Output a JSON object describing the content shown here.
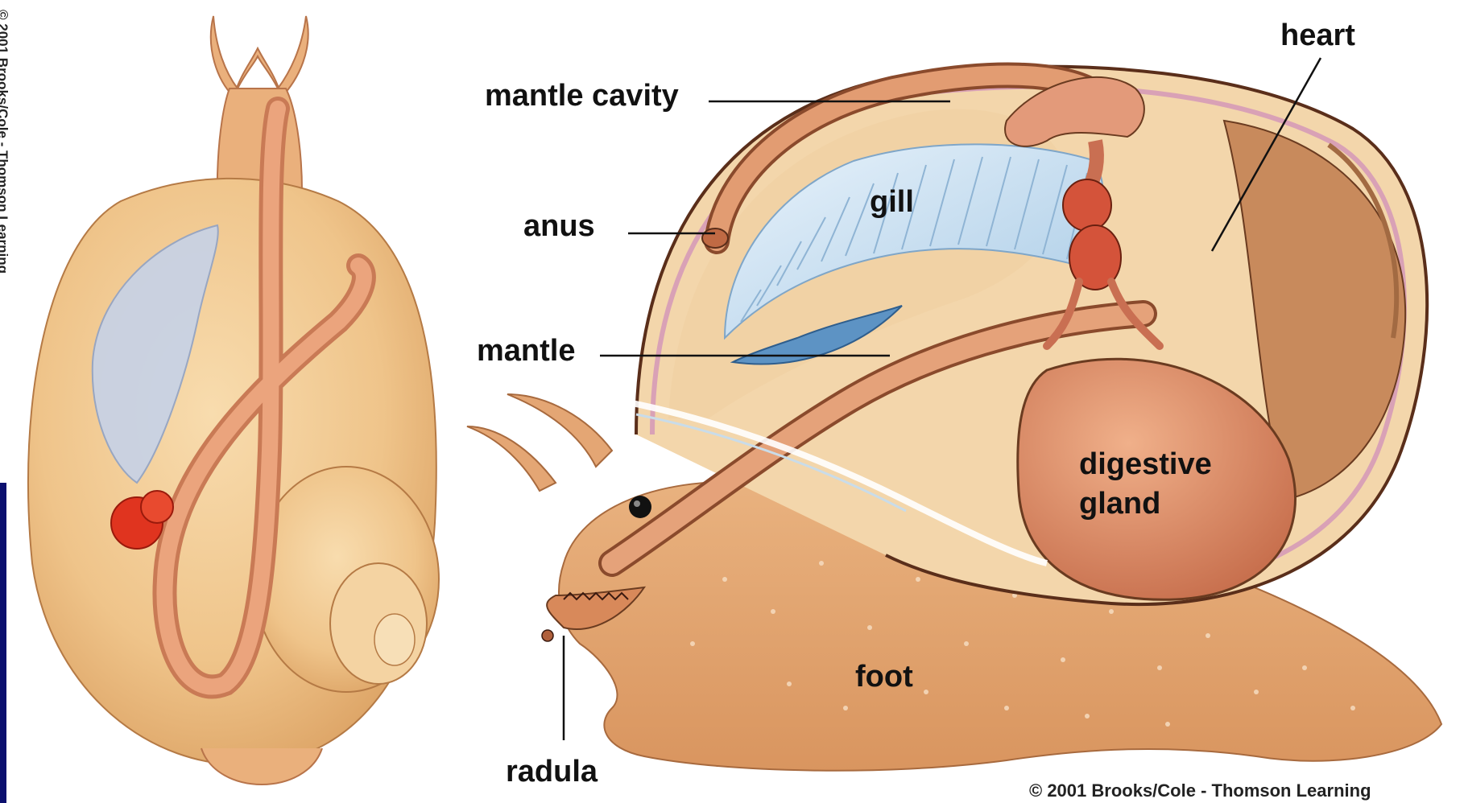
{
  "labels": {
    "heart": "heart",
    "mantle_cavity": "mantle cavity",
    "anus": "anus",
    "gill": "gill",
    "mantle": "mantle",
    "digestive_gland": "digestive gland",
    "foot": "foot",
    "radula": "radula"
  },
  "credits": {
    "side": "© 2001 Brooks/Cole - Thomson Learning",
    "bottom": "© 2001 Brooks/Cole - Thomson Learning"
  },
  "colors": {
    "slide_background": "#0b0f6e",
    "figure_background": "#ffffff",
    "shell": "#f0c58c",
    "body_tissue": "#e7a374",
    "organ_tissue": "#dd8a66",
    "gill": "#cfe4f4",
    "heart_left": "#e2321f",
    "outline": "#3a1a10"
  }
}
